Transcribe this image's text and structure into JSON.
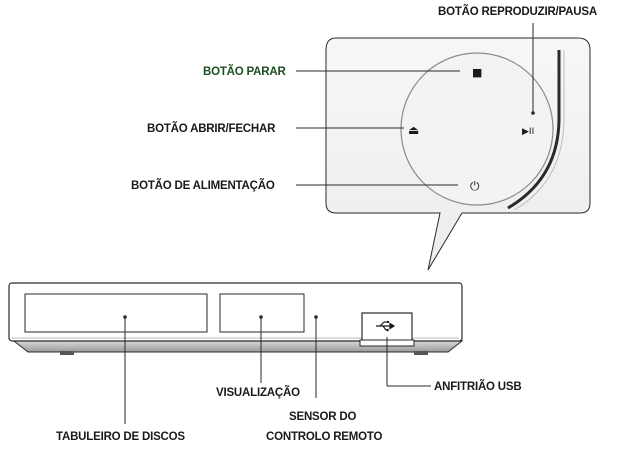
{
  "labels": {
    "play_pause": "BOTÃO REPRODUZIR/PAUSA",
    "stop": "BOTÃO PARAR",
    "open_close": "BOTÃO ABRIR/FECHAR",
    "power": "BOTÃO DE ALIMENTAÇÃO",
    "display": "VISUALIZAÇÃO",
    "usb_host": "ANFITRIÃO USB",
    "remote_sensor_line1": "SENSOR DO",
    "remote_sensor_line2": "CONTROLO REMOTO",
    "disc_tray": "TABULEIRO DE DISCOS"
  },
  "icons": {
    "stop": "■",
    "eject": "⏏",
    "play_pause": "▶II",
    "power": "⏻"
  },
  "colors": {
    "stop_label": "#1c4f1c",
    "text": "#1a1a1a",
    "callout_fill": "#f2f2f2"
  }
}
